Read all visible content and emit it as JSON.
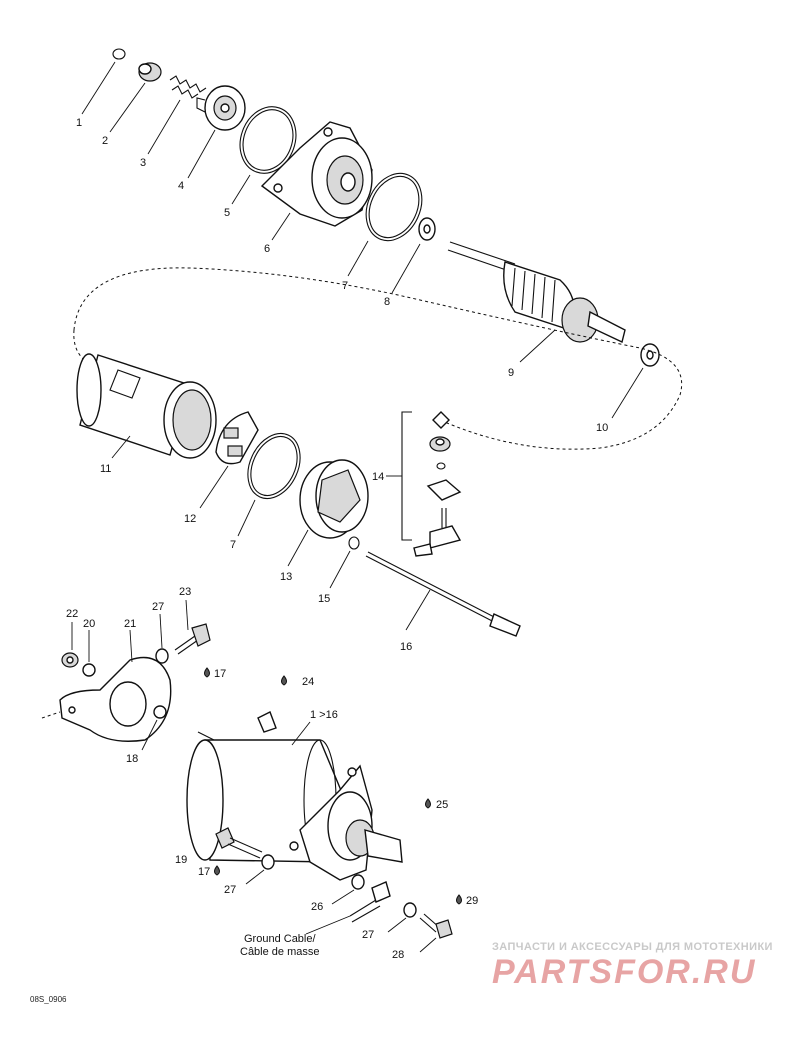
{
  "callouts": {
    "n1": "1",
    "n2": "2",
    "n3": "3",
    "n4": "4",
    "n5": "5",
    "n6": "6",
    "n7a": "7",
    "n7b": "7",
    "n8": "8",
    "n9": "9",
    "n10": "10",
    "n11": "11",
    "n12": "12",
    "n13": "13",
    "n14": "14",
    "n15": "15",
    "n16": "16",
    "n17a": "17",
    "n17b": "17",
    "n18": "18",
    "n19": "19",
    "n20": "20",
    "n21": "21",
    "n22": "22",
    "n23": "23",
    "n24": "24",
    "n25": "25",
    "n26": "26",
    "n27a": "27",
    "n27b": "27",
    "n27c": "27",
    "n28": "28",
    "n29": "29",
    "range": "1 >16"
  },
  "labels": {
    "ground_cable_en": "Ground Cable/",
    "ground_cable_fr": "Câble de masse",
    "drawing_code": "08S_0906"
  },
  "watermark": {
    "tagline": "ЗАПЧАСТИ И АКСЕССУАРЫ ДЛЯ МОТОТЕХНИКИ",
    "logo": "PARTSFOR.RU"
  }
}
